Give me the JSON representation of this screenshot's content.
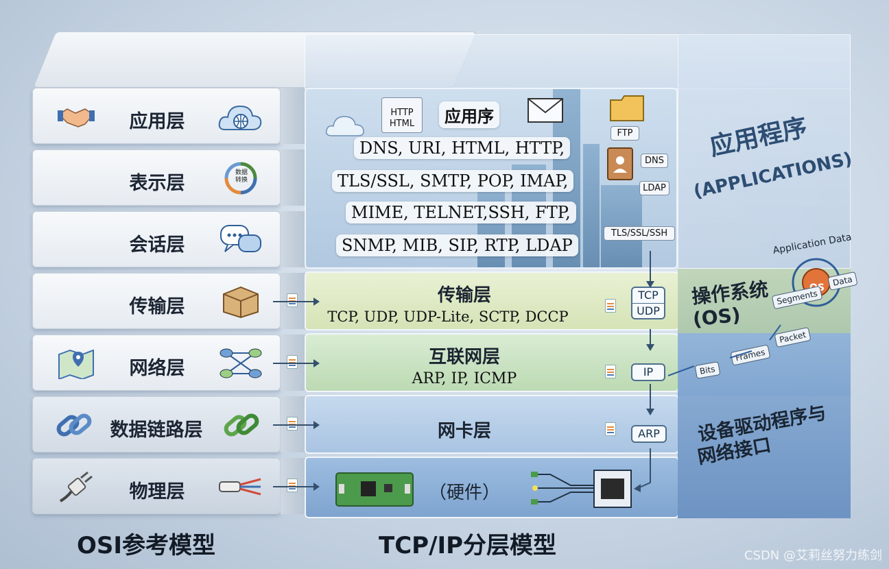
{
  "osi": {
    "layers": [
      {
        "label": "应用层"
      },
      {
        "label": "表示层",
        "icon_text": "数据\n转换"
      },
      {
        "label": "会话层"
      },
      {
        "label": "传输层"
      },
      {
        "label": "网络层"
      },
      {
        "label": "数据链路层"
      },
      {
        "label": "物理层"
      }
    ],
    "model_label": "OSI参考模型"
  },
  "tcpip": {
    "application": {
      "title": "应用序",
      "http_html": "HTTP\nHTML",
      "protocol_lines": [
        "DNS, URI, HTML, HTTP,",
        "TLS/SSL, SMTP, POP, IMAP,",
        "MIME, TELNET,SSH, FTP,",
        "SNMP, MIB, SIP, RTP, LDAP"
      ],
      "tags": {
        "ftp": "FTP",
        "dns": "DNS",
        "ldap": "LDAP",
        "tls": "TLS/SSL/SSH"
      },
      "side_title": "应用程序",
      "side_subtitle": "(APPLICATIONS)"
    },
    "transport": {
      "title": "传输层",
      "protocols": "TCP, UDP, UDP-Lite, SCTP, DCCP",
      "box_top": "TCP",
      "box_bottom": "UDP"
    },
    "internet": {
      "title": "互联网层",
      "protocols": "ARP, IP, ICMP",
      "box": "IP"
    },
    "link": {
      "title": "网卡层",
      "box": "ARP"
    },
    "hardware": {
      "title": "（硬件）"
    },
    "os": {
      "line1": "操作系统",
      "line2": "(OS)",
      "app_data": "Application Data",
      "center": "OS",
      "segments": "Segments",
      "data": "Data",
      "packet": "Packet",
      "frames": "Frames",
      "bits": "Bits"
    },
    "driver": {
      "line1": "设备驱动程序与",
      "line2": "网络接口"
    },
    "model_label": "TCP/IP分层模型"
  },
  "colors": {
    "transport": "#dfe9c4",
    "internet": "#cfe3c8",
    "link": "#b9cfe6",
    "hardware": "#8fb1d6",
    "os_side": "#b5ccb2",
    "driver_side": "#7fa3cc"
  },
  "watermark": "CSDN @艾莉丝努力练剑"
}
